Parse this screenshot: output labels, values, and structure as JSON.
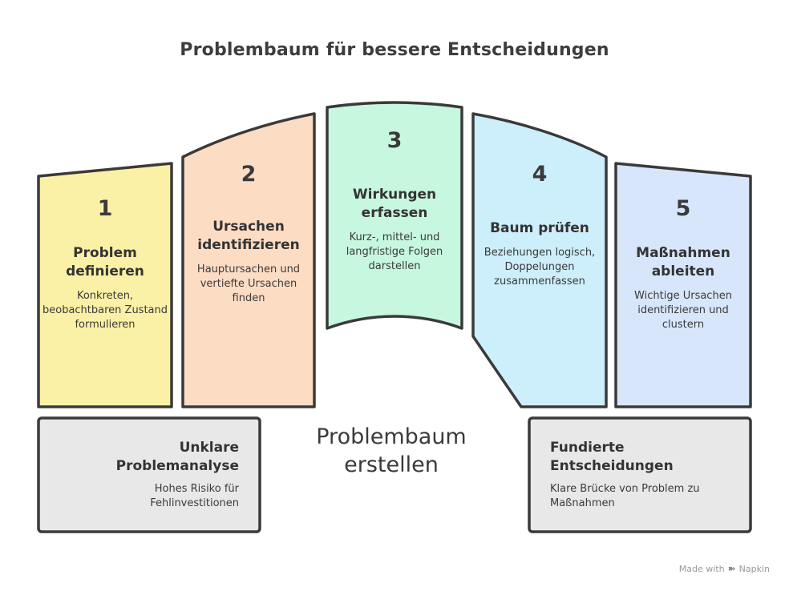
{
  "title": "Problembaum für bessere Entscheidungen",
  "steps": [
    {
      "number": "1",
      "heading": "Problem definieren",
      "description": "Konkreten, beobachtbaren Zustand formulieren",
      "color": "#fbf1a6"
    },
    {
      "number": "2",
      "heading": "Ursachen identifizieren",
      "description": "Hauptursachen und vertiefte Ursachen finden",
      "color": "#fddcc4"
    },
    {
      "number": "3",
      "heading": "Wirkungen erfassen",
      "description": "Kurz-, mittel- und langfristige Folgen darstellen",
      "color": "#c7f7df"
    },
    {
      "number": "4",
      "heading": "Baum prüfen",
      "description": "Beziehungen logisch, Doppelungen zusammenfassen",
      "color": "#cdeefb"
    },
    {
      "number": "5",
      "heading": "Maßnahmen ableiten",
      "description": "Wichtige Ursachen identifizieren und clustern",
      "color": "#d8e6fc"
    }
  ],
  "center_label": "Problembaum erstellen",
  "left_box": {
    "heading": "Unklare Problemanalyse",
    "description": "Hohes Risiko für Fehlinvestitionen",
    "color": "#e8e8e8"
  },
  "right_box": {
    "heading": "Fundierte Entscheidungen",
    "description": "Klare Brücke von Problem zu Maßnahmen",
    "color": "#e8e8e8"
  },
  "footer": {
    "prefix": "Made with",
    "brand": "Napkin",
    "logo_icon": "napkin-logo-icon"
  }
}
